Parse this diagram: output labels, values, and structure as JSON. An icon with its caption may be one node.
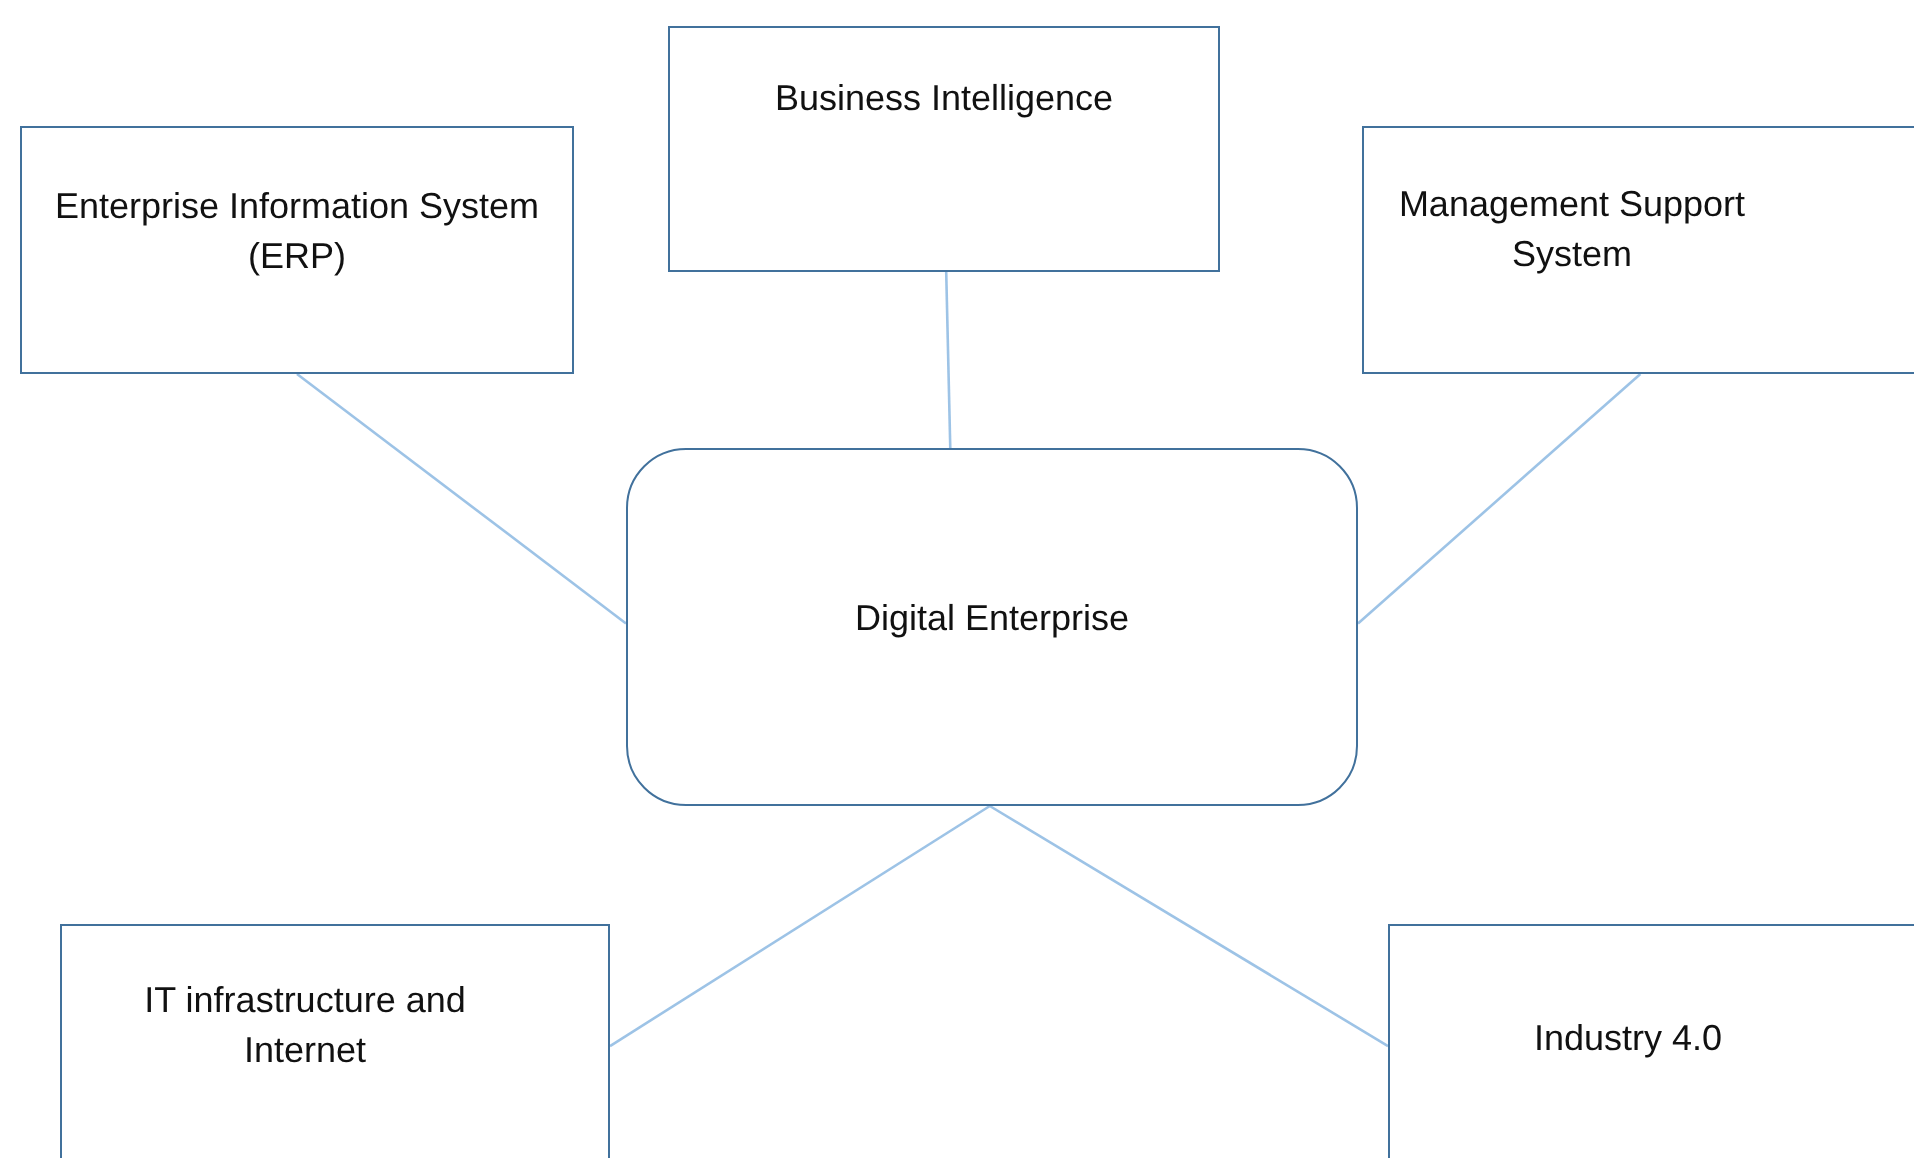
{
  "diagram": {
    "nodes": [
      {
        "text": [
          "Enterprise Information System (ERP)"
        ]
      },
      {
        "text": [
          "Business Intelligence"
        ]
      },
      {
        "text": [
          "Management Support System"
        ]
      },
      {
        "text": [
          "Digital Enterprise"
        ]
      },
      {
        "text": [
          "IT infrastructure and Internet"
        ]
      },
      {
        "text": [
          "Industry 4.0"
        ]
      }
    ],
    "edges": [
      {
        "from": 3,
        "to": 0,
        "arrow": "none"
      },
      {
        "from": 3,
        "to": 1,
        "arrow": "none"
      },
      {
        "from": 3,
        "to": 2,
        "arrow": "none"
      },
      {
        "from": 3,
        "to": 4,
        "arrow": "none"
      },
      {
        "from": 3,
        "to": 5,
        "arrow": "none"
      }
    ]
  }
}
